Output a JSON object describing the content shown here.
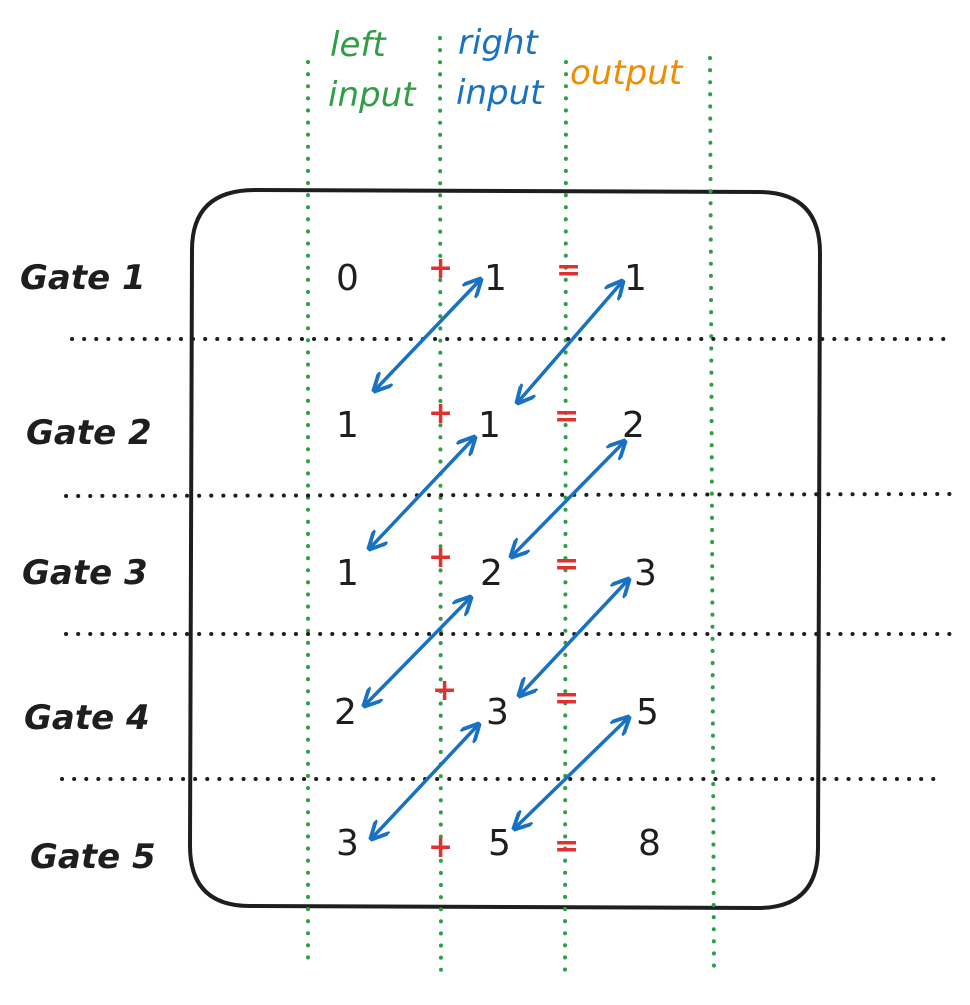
{
  "colors": {
    "left": "#2f9e44",
    "right": "#1971c2",
    "output": "#f08c00",
    "arrow": "#1971c2",
    "operator": "#e03131",
    "ink": "#1e1e1e"
  },
  "headers": {
    "left": [
      "left",
      "input"
    ],
    "right": [
      "right",
      "input"
    ],
    "output": "output"
  },
  "operators": {
    "plus": "+",
    "equals": "="
  },
  "gates": [
    {
      "label": "Gate 1",
      "left": "0",
      "right": "1",
      "output": "1"
    },
    {
      "label": "Gate 2",
      "left": "1",
      "right": "1",
      "output": "2"
    },
    {
      "label": "Gate 3",
      "left": "1",
      "right": "2",
      "output": "3"
    },
    {
      "label": "Gate 4",
      "left": "2",
      "right": "3",
      "output": "5"
    },
    {
      "label": "Gate 5",
      "left": "3",
      "right": "5",
      "output": "8"
    }
  ],
  "copy_links": [
    {
      "from_gate": 1,
      "from_column": "right",
      "to_gate": 2,
      "to_column": "left"
    },
    {
      "from_gate": 1,
      "from_column": "output",
      "to_gate": 2,
      "to_column": "right"
    },
    {
      "from_gate": 2,
      "from_column": "right",
      "to_gate": 3,
      "to_column": "left"
    },
    {
      "from_gate": 2,
      "from_column": "output",
      "to_gate": 3,
      "to_column": "right"
    },
    {
      "from_gate": 3,
      "from_column": "right",
      "to_gate": 4,
      "to_column": "left"
    },
    {
      "from_gate": 3,
      "from_column": "output",
      "to_gate": 4,
      "to_column": "right"
    },
    {
      "from_gate": 4,
      "from_column": "right",
      "to_gate": 5,
      "to_column": "left"
    },
    {
      "from_gate": 4,
      "from_column": "output",
      "to_gate": 5,
      "to_column": "right"
    }
  ]
}
